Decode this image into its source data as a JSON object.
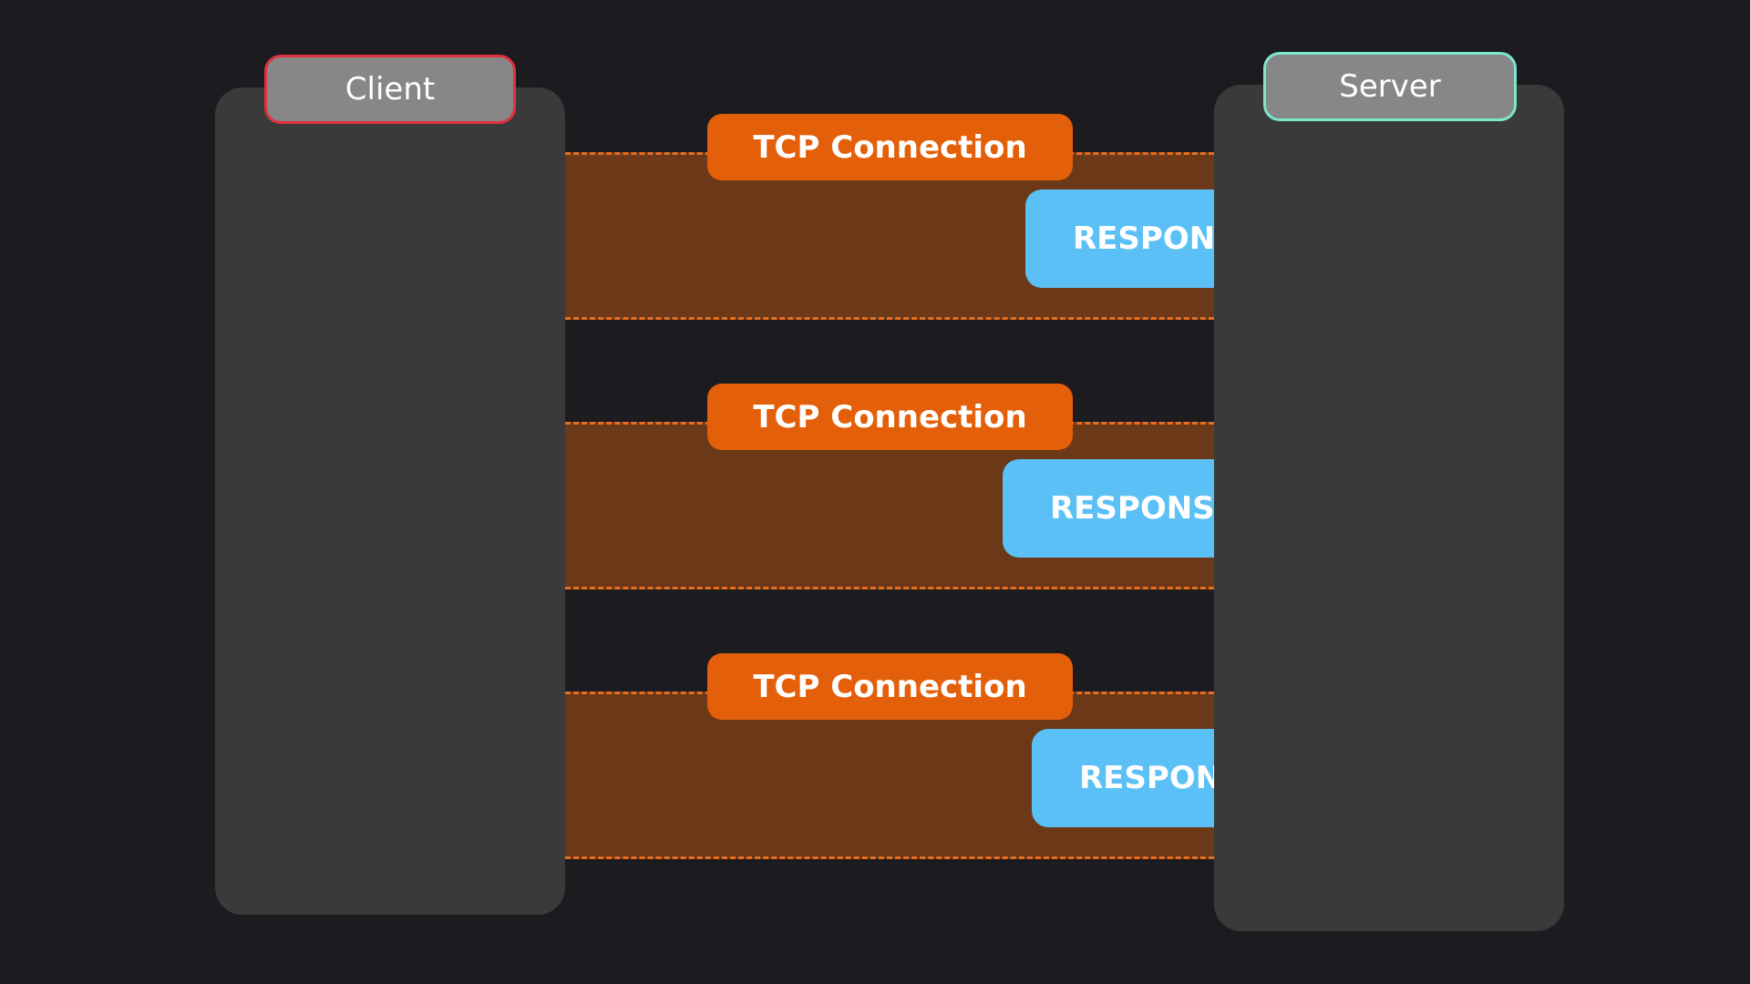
{
  "client": {
    "label": "Client",
    "border_color": "#e0313f"
  },
  "server": {
    "label": "Server",
    "border_color": "#7de6cc"
  },
  "connections": [
    {
      "tcp_label": "TCP Connection",
      "response_label": "RESPONSE"
    },
    {
      "tcp_label": "TCP Connection",
      "response_label": "RESPONSE"
    },
    {
      "tcp_label": "TCP Connection",
      "response_label": "RESPONSE"
    }
  ],
  "colors": {
    "background": "#1c1c20",
    "lane": "#3a3a3a",
    "header_fill": "#878787",
    "tcp_fill": "#e35f09",
    "band_fill": "#6b3818",
    "band_dash": "#e86e1e",
    "response_fill": "#5bc0f5"
  }
}
